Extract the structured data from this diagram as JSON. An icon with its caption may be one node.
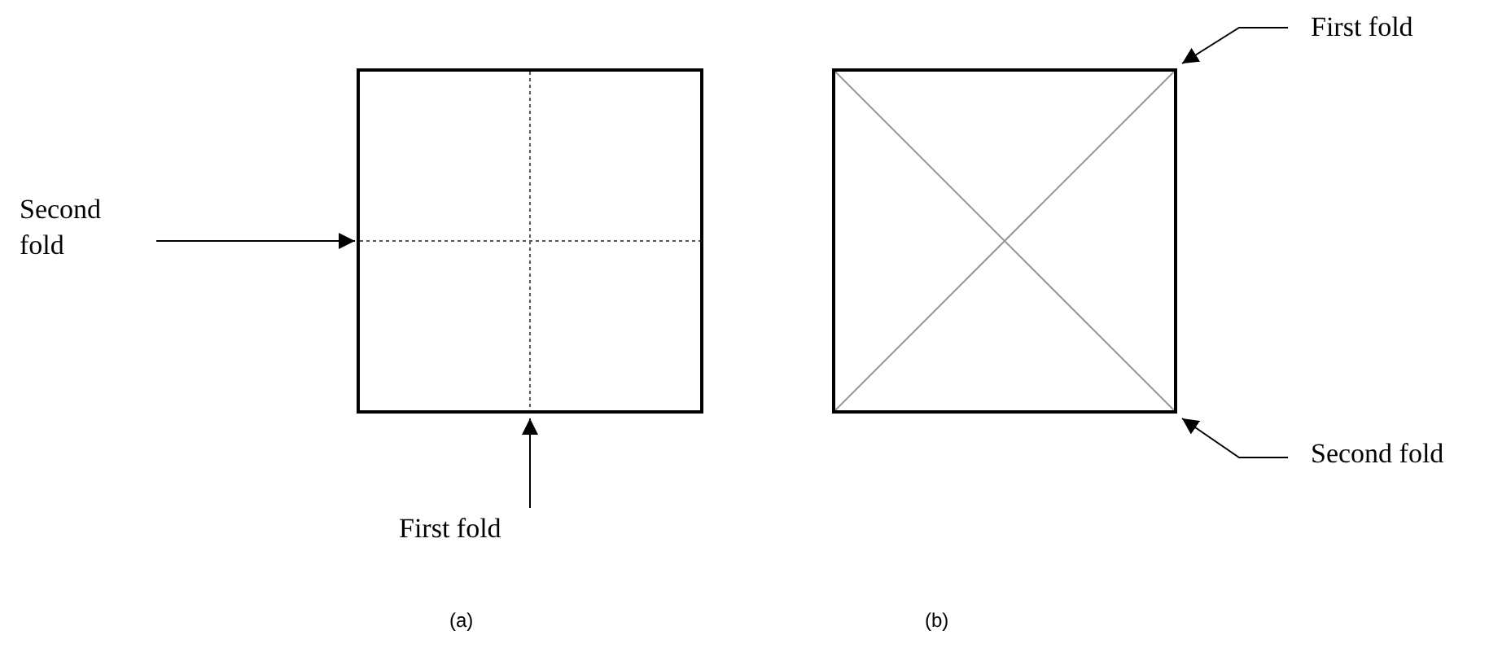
{
  "diagram": {
    "nodes": [
      {
        "text": [],
        "shape": "box"
      },
      {
        "text": [
          "Second fold"
        ]
      },
      {
        "text": [
          "First fold"
        ]
      },
      {
        "text": [],
        "shape": "box"
      },
      {
        "text": [
          "First fold"
        ]
      },
      {
        "text": [
          "Second fold"
        ]
      }
    ],
    "edges": [
      {
        "from": 1,
        "to": 0,
        "arrow": "to"
      },
      {
        "from": 2,
        "to": 0,
        "arrow": "to"
      },
      {
        "from": 4,
        "to": 3,
        "arrow": "to"
      },
      {
        "from": 5,
        "to": 3,
        "arrow": "to"
      }
    ],
    "labels": [
      "(a)",
      "(b)"
    ]
  }
}
